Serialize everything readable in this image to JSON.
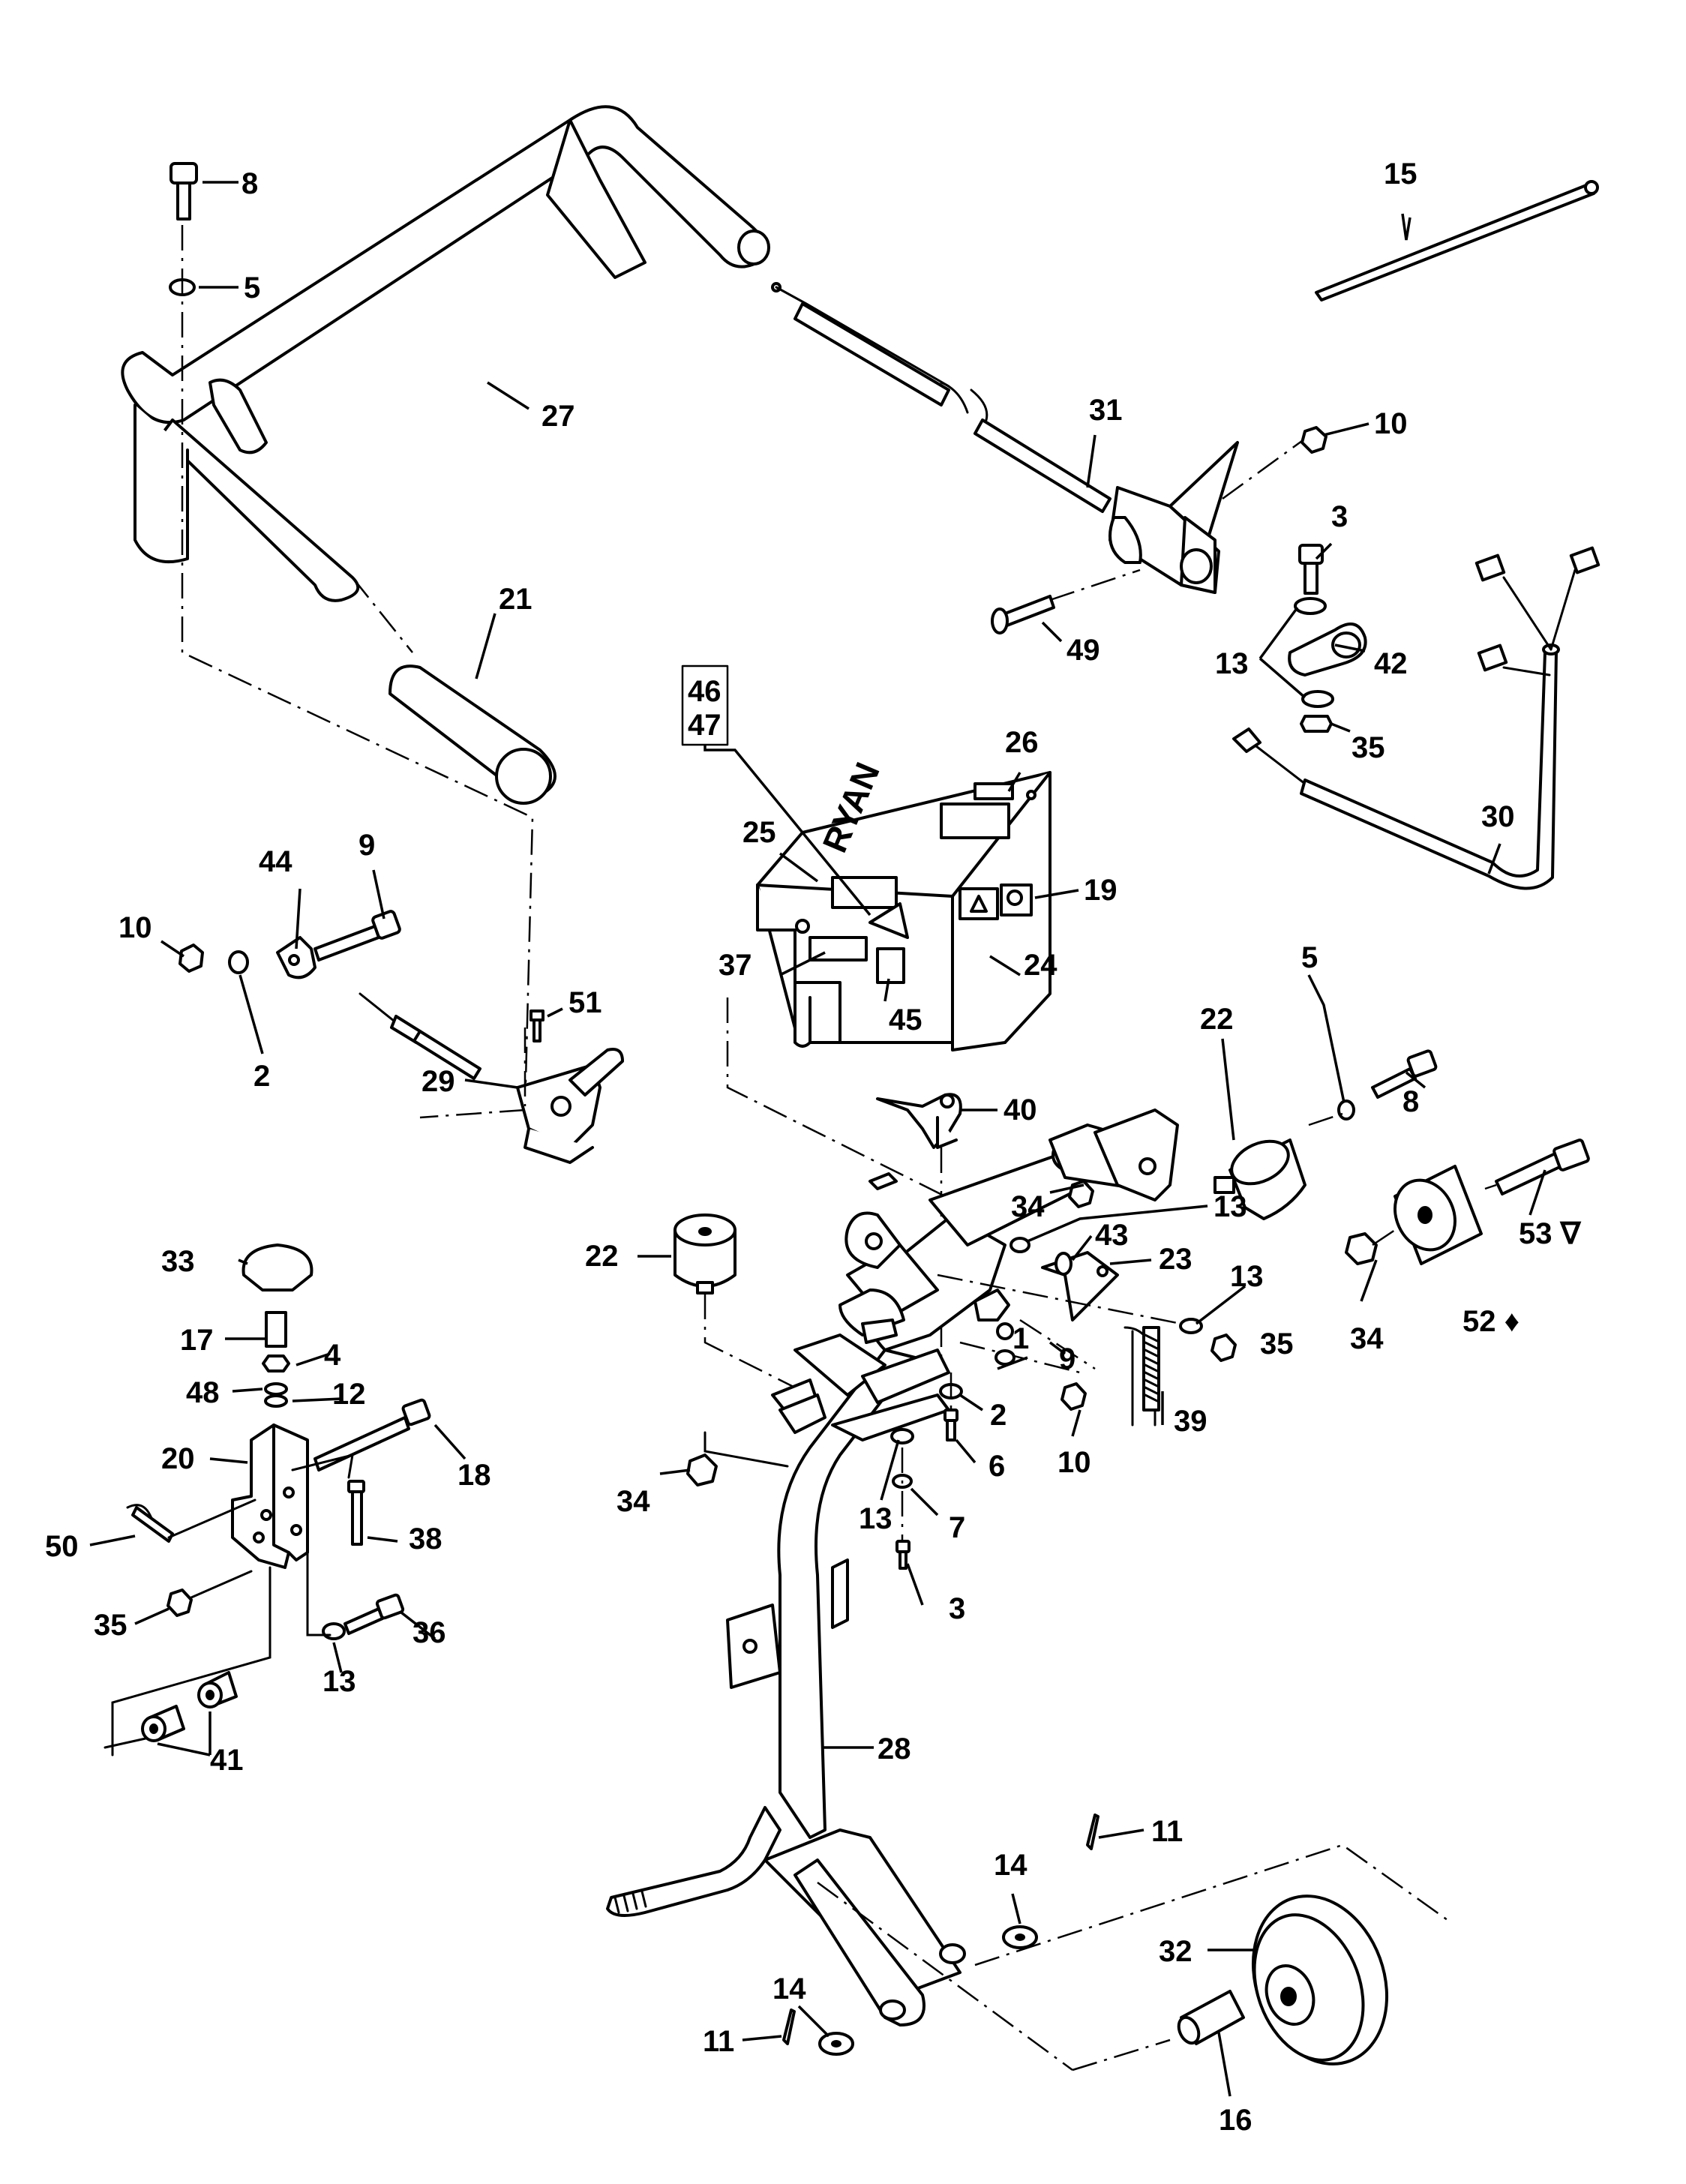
{
  "brand": "RYAN",
  "callouts": [
    {
      "id": "c8a",
      "text": "8"
    },
    {
      "id": "c5a",
      "text": "5"
    },
    {
      "id": "c27",
      "text": "27"
    },
    {
      "id": "c21",
      "text": "21"
    },
    {
      "id": "c15",
      "text": "15"
    },
    {
      "id": "c31",
      "text": "31"
    },
    {
      "id": "c10a",
      "text": "10"
    },
    {
      "id": "c3a",
      "text": "3"
    },
    {
      "id": "c49",
      "text": "49"
    },
    {
      "id": "c13a",
      "text": "13"
    },
    {
      "id": "c42",
      "text": "42"
    },
    {
      "id": "c35a",
      "text": "35"
    },
    {
      "id": "c46",
      "text": "46"
    },
    {
      "id": "c47",
      "text": "47"
    },
    {
      "id": "c26",
      "text": "26"
    },
    {
      "id": "c25",
      "text": "25"
    },
    {
      "id": "c19",
      "text": "19"
    },
    {
      "id": "c37",
      "text": "37"
    },
    {
      "id": "c24",
      "text": "24"
    },
    {
      "id": "c45",
      "text": "45"
    },
    {
      "id": "c30",
      "text": "30"
    },
    {
      "id": "c44",
      "text": "44"
    },
    {
      "id": "c9a",
      "text": "9"
    },
    {
      "id": "c10b",
      "text": "10"
    },
    {
      "id": "c2a",
      "text": "2"
    },
    {
      "id": "c51",
      "text": "51"
    },
    {
      "id": "c29",
      "text": "29"
    },
    {
      "id": "c40",
      "text": "40"
    },
    {
      "id": "c22a",
      "text": "22"
    },
    {
      "id": "c5b",
      "text": "5"
    },
    {
      "id": "c8b",
      "text": "8"
    },
    {
      "id": "c34a",
      "text": "34"
    },
    {
      "id": "c13b",
      "text": "13"
    },
    {
      "id": "c43",
      "text": "43"
    },
    {
      "id": "c23",
      "text": "23"
    },
    {
      "id": "c53",
      "text": "53 ∇"
    },
    {
      "id": "c22b",
      "text": "22"
    },
    {
      "id": "c13c",
      "text": "13"
    },
    {
      "id": "c35b",
      "text": "35"
    },
    {
      "id": "c34b",
      "text": "34"
    },
    {
      "id": "c52",
      "text": "52 ♦"
    },
    {
      "id": "c1",
      "text": "1"
    },
    {
      "id": "c9b",
      "text": "9"
    },
    {
      "id": "c39",
      "text": "39"
    },
    {
      "id": "c2b",
      "text": "2"
    },
    {
      "id": "c10c",
      "text": "10"
    },
    {
      "id": "c6",
      "text": "6"
    },
    {
      "id": "c33",
      "text": "33"
    },
    {
      "id": "c17",
      "text": "17"
    },
    {
      "id": "c4",
      "text": "4"
    },
    {
      "id": "c48",
      "text": "48"
    },
    {
      "id": "c12",
      "text": "12"
    },
    {
      "id": "c20",
      "text": "20"
    },
    {
      "id": "c18",
      "text": "18"
    },
    {
      "id": "c50",
      "text": "50"
    },
    {
      "id": "c38",
      "text": "38"
    },
    {
      "id": "c34c",
      "text": "34"
    },
    {
      "id": "c13d",
      "text": "13"
    },
    {
      "id": "c7",
      "text": "7"
    },
    {
      "id": "c3b",
      "text": "3"
    },
    {
      "id": "c35c",
      "text": "35"
    },
    {
      "id": "c36",
      "text": "36"
    },
    {
      "id": "c13e",
      "text": "13"
    },
    {
      "id": "c41",
      "text": "41"
    },
    {
      "id": "c28",
      "text": "28"
    },
    {
      "id": "c14a",
      "text": "14"
    },
    {
      "id": "c11a",
      "text": "11"
    },
    {
      "id": "c32",
      "text": "32"
    },
    {
      "id": "c14b",
      "text": "14"
    },
    {
      "id": "c11b",
      "text": "11"
    },
    {
      "id": "c16",
      "text": "16"
    }
  ]
}
